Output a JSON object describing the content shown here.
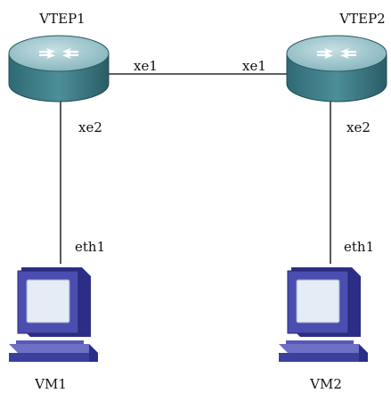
{
  "nodes": {
    "vtep1": {
      "label": "VTEP1",
      "type": "router"
    },
    "vtep2": {
      "label": "VTEP2",
      "type": "router"
    },
    "vm1": {
      "label": "VM1",
      "type": "workstation"
    },
    "vm2": {
      "label": "VM2",
      "type": "workstation"
    }
  },
  "ports": {
    "vtep1_xe1": "xe1",
    "vtep2_xe1": "xe1",
    "vtep1_xe2": "xe2",
    "vtep2_xe2": "xe2",
    "vm1_eth1": "eth1",
    "vm2_eth1": "eth1"
  },
  "links": [
    {
      "from": "vtep1",
      "from_port": "xe1",
      "to": "vtep2",
      "to_port": "xe1"
    },
    {
      "from": "vtep1",
      "from_port": "xe2",
      "to": "vm1",
      "to_port": "eth1"
    },
    {
      "from": "vtep2",
      "from_port": "xe2",
      "to": "vm2",
      "to_port": "eth1"
    }
  ],
  "colors": {
    "router_body": "#3e7f8a",
    "router_top": "#9fc6cd",
    "monitor_frame": "#3d3f9c",
    "monitor_screen": "#e4edf5",
    "link": "#000000"
  }
}
